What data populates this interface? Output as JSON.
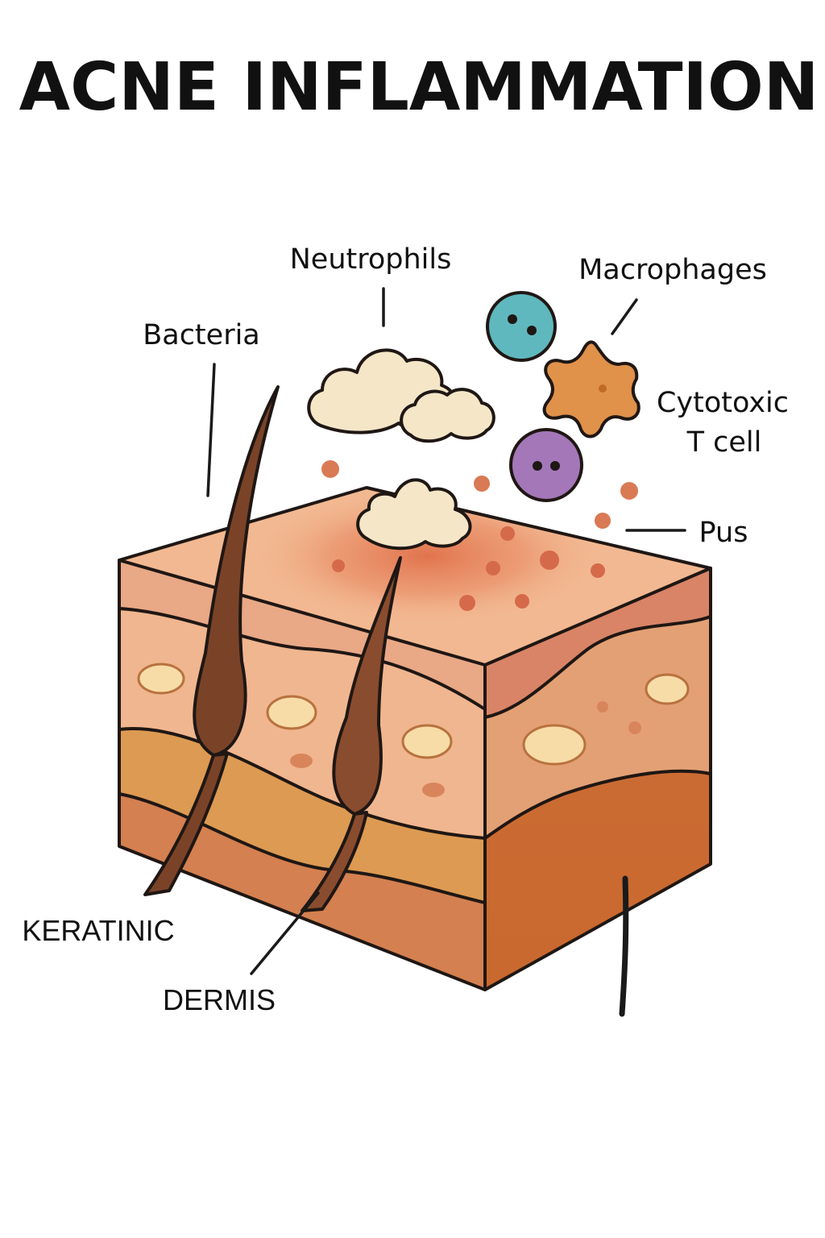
{
  "title": "ACNE INFLAMMATION",
  "labels": {
    "neutrophils": "Neutrophils",
    "macrophages": "Macrophages",
    "bacteria": "Bacteria",
    "cytotoxic_line1": "Cytotoxic",
    "cytotoxic_line2": "T cell",
    "pus": "Pus",
    "keratinic": "KERATINIC",
    "dermis": "DERMIS"
  },
  "colors": {
    "epidermis_top": "#f2b891",
    "inflamed_spot": "#e0704a",
    "upper_layer": "#e9a886",
    "middle_layer": "#f0b68f",
    "deep_layer": "#dd9a52",
    "base_layer": "#d48050",
    "right_side": "#e0966c",
    "hair": "#7a4328",
    "neutrophil_cloud": "#f5e6c8",
    "macrophage_cell": "#5fb8bd",
    "cytotoxic_star": "#e0914a",
    "t_cell": "#a377b8",
    "pus_dot": "#d97a55"
  },
  "icons": [
    "hair-follicle-icon",
    "neutrophil-cloud-icon",
    "macrophage-cell-icon",
    "t-cell-icon",
    "cytotoxic-star-icon",
    "pus-droplet-icon"
  ]
}
